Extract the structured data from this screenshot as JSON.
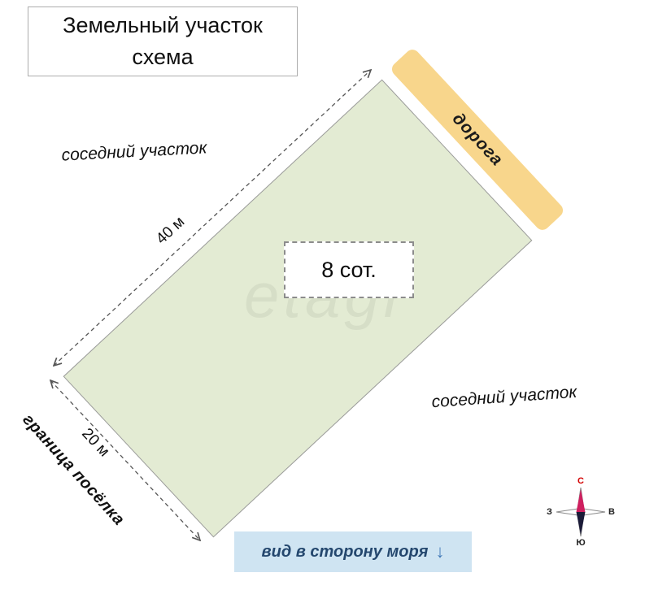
{
  "title": {
    "line1": "Земельный участок",
    "line2": "схема"
  },
  "plot": {
    "area_label": "8 сот.",
    "length_label": "40 м",
    "width_label": "20 м"
  },
  "labels": {
    "neighbor_top_left": "соседний участок",
    "neighbor_bottom_right": "соседний участок",
    "road": "дорога",
    "village_boundary": "граница посёлка"
  },
  "sea_view": {
    "text": "вид в сторону моря",
    "arrow": "↓"
  },
  "compass": {
    "north": "С",
    "south": "Ю",
    "west": "З",
    "east": "В"
  },
  "watermark": {
    "text": "etagi"
  },
  "colors": {
    "plot_fill": "#e3ebd3",
    "plot_border": "#9b9b9b",
    "road_fill": "#f8d68c",
    "sea_banner_fill": "#cfe4f2",
    "sea_text": "#24476e",
    "sea_arrow": "#4179b8",
    "needle_north": "#cf1f5f",
    "needle_south": "#1b1b38",
    "compass_north_letter": "#d40000",
    "compass_letter": "#222222"
  }
}
